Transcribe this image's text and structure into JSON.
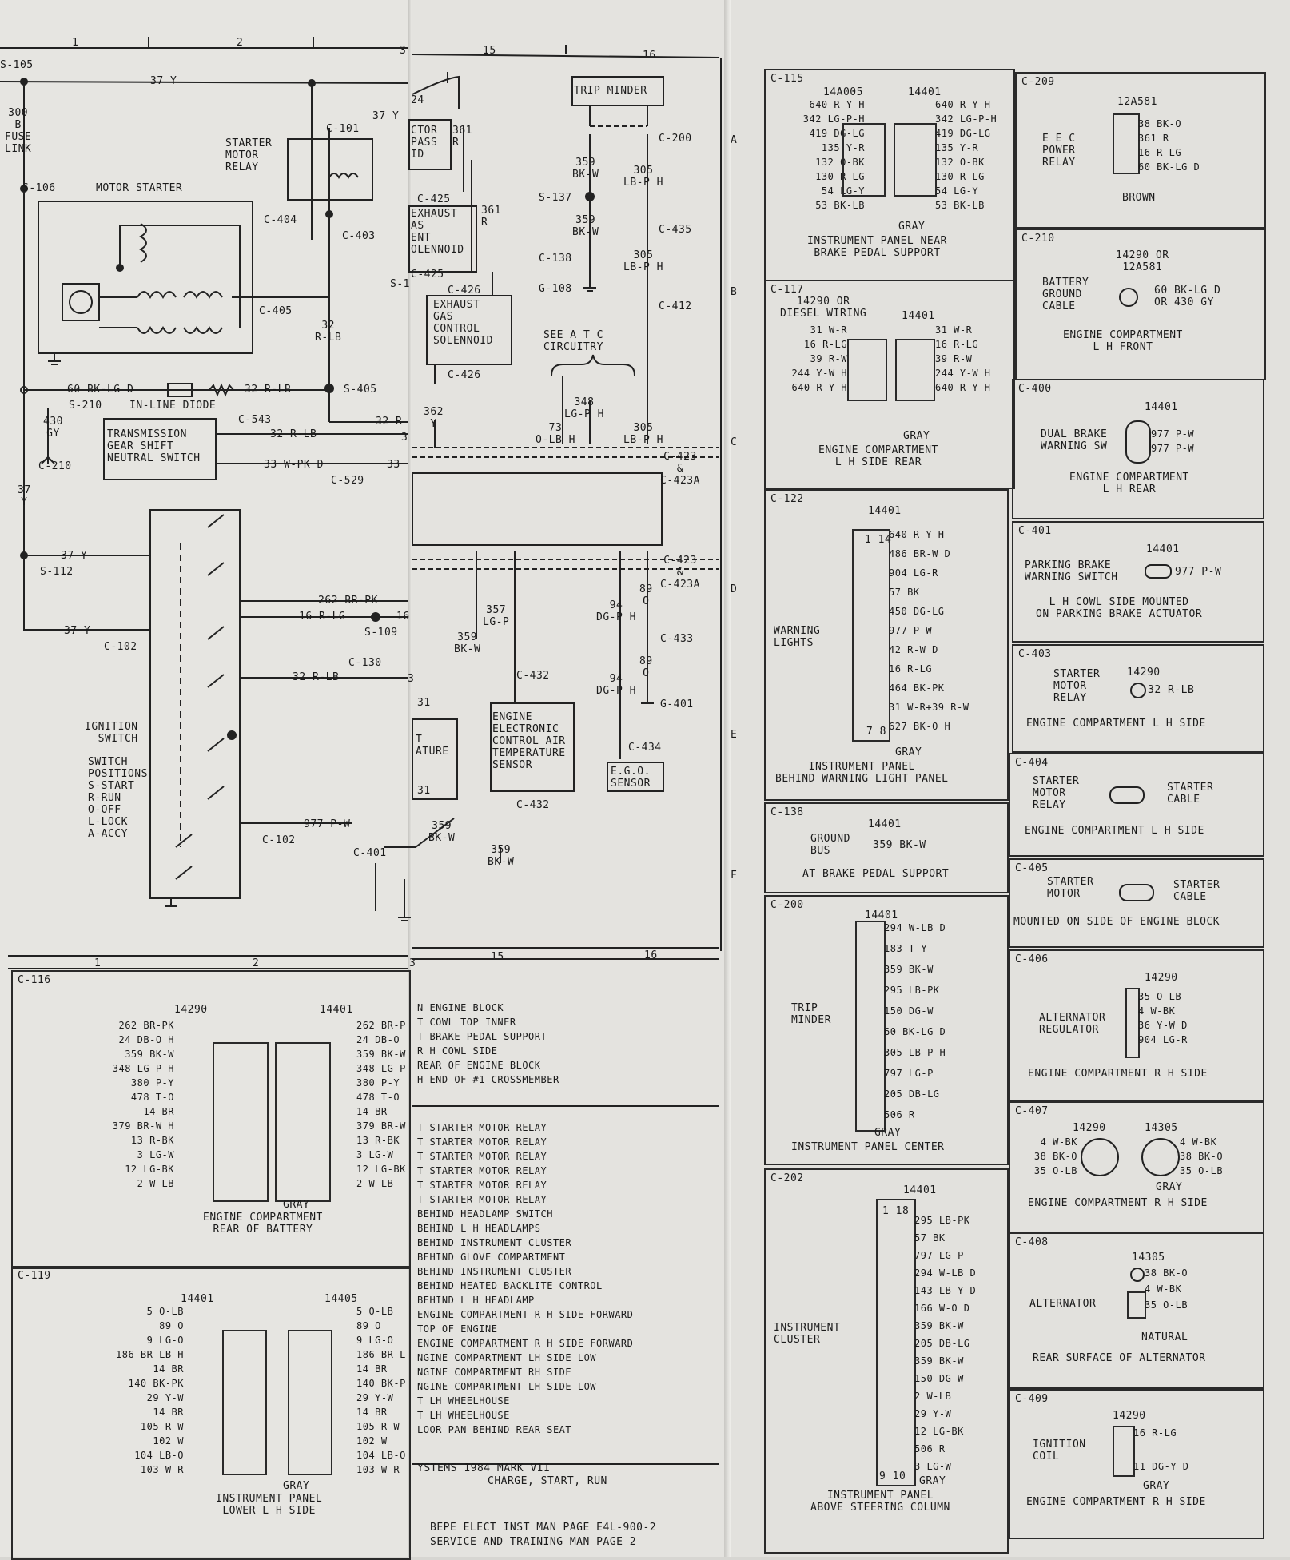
{
  "grid": {
    "columns_top": [
      "1",
      "2",
      "3",
      "15",
      "16"
    ],
    "columns_bottom": [
      "1",
      "2",
      "3",
      "15",
      "16"
    ],
    "rows": [
      "A",
      "B",
      "C",
      "D",
      "E",
      "F"
    ]
  },
  "schematic": {
    "labels": {
      "s105": "S-105",
      "wire37y_a": "37 Y",
      "fuse": "300\nB\nFUSE\nLINK",
      "s106": "S-106",
      "motor_starter": "MOTOR STARTER",
      "starter_relay": "STARTER\nMOTOR\nRELAY",
      "c101": "C-101",
      "wire37y_b": "37 Y",
      "c404": "C-404",
      "c403": "C-403",
      "c405": "C-405",
      "w32rlb_a": "32\nR-LB",
      "w60": "60 BK-LG D",
      "w32rlb_b": "32 R-LB",
      "s405": "S-405",
      "s210": "S-210",
      "inline_diode": "IN-LINE DIODE",
      "w430": "430\nGY",
      "c210": "C-210",
      "trans_switch": "TRANSMISSION\nGEAR SHIFT\nNEUTRAL SWITCH",
      "c543": "C-543",
      "w32rlb_c": "32 R-LB",
      "w33": "33 W-PK D",
      "w33b": "33",
      "c529": "C-529",
      "w32rlb_d": "32 R",
      "w3": "3",
      "w37y_v": "37\nY",
      "w37y_c": "37 Y",
      "s112": "S-112",
      "w37y_d": "37 Y",
      "c102": "C-102",
      "w262": "262 BR-PK",
      "w16": "16 R-LG",
      "w16b": "16",
      "s109": "S-109",
      "c130": "C-130",
      "w32rlb_e": "32 R-LB",
      "w3b": "3",
      "ign_switch": "IGNITION\nSWITCH",
      "switch_pos": "SWITCH\nPOSITIONS\nS-START\nR-RUN\nO-OFF\nL-LOCK\nA-ACCY",
      "w977": "977 P-W",
      "c102b": "C-102",
      "w24": "24",
      "w361r": "361\nR",
      "ctor": "CTOR\nPASS\nID",
      "c425": "C-425",
      "exh1": "EXHAUST\nAS\nENT\nOLENNOID",
      "w361r_b": "361\nR",
      "c425b": "C-425",
      "s1": "S-1",
      "c426": "C-426",
      "exh2": "EXHAUST\nGAS\nCONTROL\nSOLENNOID",
      "c426b": "C-426",
      "w362": "362\nY",
      "w31": "31",
      "w31b": "31",
      "ature": "T\nATURE",
      "w359bkw_a": "359\nBK-W",
      "c401": "C-401",
      "trip_minder": "TRIP MINDER",
      "c200": "C-200",
      "w359_1": "359\nBK-W",
      "w305_1": "305\nLB-P H",
      "s137": "S-137",
      "w359_2": "359\nBK-W",
      "c435": "C-435",
      "c138": "C-138",
      "w305_2": "305\nLB-P H",
      "g108": "G-108",
      "c412": "C-412",
      "see_atc": "SEE A T C\nCIRCUITRY",
      "w348": "348\nLG-P H",
      "w73": "73\nO-LB H",
      "w305_3": "305\nLB-P H",
      "c423": "C-423\n&\nC-423A",
      "c423b": "C-423\n&\nC-423A",
      "w359_3": "359\nBK-W",
      "w357": "357\nLG-P",
      "w94_1": "94\nDG-P H",
      "w89_1": "89\nO",
      "c433": "C-433",
      "w89_2": "89\nO",
      "w94_2": "94\nDG-P H",
      "g401": "G-401",
      "c432": "C-432",
      "eec_sensor": "ENGINE\nELECTRONIC\nCONTROL AIR\nTEMPERATURE\nSENSOR",
      "c432b": "C-432",
      "w359_4": "359\nBK-W",
      "c434": "C-434",
      "ego": "E.G.O.\nSENSOR"
    }
  },
  "c116": {
    "id": "C-116",
    "p1": "14290",
    "p2": "14401",
    "left_wires": [
      "262 BR-PK",
      "24 DB-O H",
      "359 BK-W",
      "348 LG-P H",
      "380 P-Y",
      "478 T-O",
      "14 BR",
      "379 BR-W H",
      "13 R-BK",
      "3 LG-W",
      "12 LG-BK",
      "2 W-LB"
    ],
    "right_wires": [
      "262 BR-P",
      "24 DB-O",
      "359 BK-W",
      "348 LG-P",
      "380 P-Y",
      "478 T-O",
      "14 BR",
      "379 BR-W",
      "13 R-BK",
      "3 LG-W",
      "12 LG-BK",
      "2 W-LB"
    ],
    "color": "GRAY",
    "location": "ENGINE COMPARTMENT\nREAR OF BATTERY"
  },
  "c119": {
    "id": "C-119",
    "p1": "14401",
    "p2": "14405",
    "left_wires": [
      "5 O-LB",
      "89 O",
      "9 LG-O",
      "186 BR-LB H",
      "14 BR",
      "140 BK-PK",
      "29 Y-W",
      "14 BR",
      "105 R-W",
      "102 W",
      "104 LB-O",
      "103 W-R"
    ],
    "right_wires": [
      "5 O-LB",
      "89 O",
      "9 LG-O",
      "186 BR-L",
      "14 BR",
      "140 BK-P",
      "29 Y-W",
      "14 BR",
      "105 R-W",
      "102 W",
      "104 LB-O",
      "103 W-R"
    ],
    "color": "GRAY",
    "location": "INSTRUMENT PANEL\nLOWER L H SIDE"
  },
  "locations": {
    "top": [
      "N ENGINE BLOCK",
      "T COWL TOP INNER",
      "T BRAKE PEDAL SUPPORT",
      "R H COWL SIDE",
      "REAR OF ENGINE BLOCK",
      "H END OF #1 CROSSMEMBER"
    ],
    "bottom": [
      "T STARTER MOTOR RELAY",
      "T STARTER MOTOR RELAY",
      "T STARTER MOTOR RELAY",
      "T STARTER MOTOR RELAY",
      "T STARTER MOTOR RELAY",
      "T STARTER MOTOR RELAY",
      "BEHIND HEADLAMP SWITCH",
      "BEHIND L H HEADLAMPS",
      "BEHIND INSTRUMENT CLUSTER",
      "BEHIND GLOVE COMPARTMENT",
      "BEHIND INSTRUMENT CLUSTER",
      "BEHIND HEATED BACKLITE CONTROL",
      "BEHIND L H HEADLAMP",
      "ENGINE COMPARTMENT R H SIDE FORWARD",
      "TOP OF ENGINE",
      "ENGINE COMPARTMENT R H SIDE FORWARD",
      "NGINE COMPARTMENT LH SIDE LOW",
      "NGINE COMPARTMENT RH SIDE",
      "NGINE COMPARTMENT LH SIDE LOW",
      "T LH WHEELHOUSE",
      "T LH WHEELHOUSE",
      "LOOR PAN BEHIND REAR SEAT"
    ],
    "footer_title": "YSTEMS 1984 MARK VII",
    "footer_sub": "CHARGE, START, RUN",
    "ref1": "BEPE ELECT INST MAN PAGE E4L-900-2",
    "ref2": "SERVICE AND TRAINING MAN PAGE 2"
  },
  "c115": {
    "id": "C-115",
    "p1": "14A005",
    "p2": "14401",
    "left": [
      "640 R-Y H",
      "342 LG-P-H",
      "419 DG-LG",
      "135 Y-R",
      "132 O-BK",
      "130 R-LG",
      "54 LG-Y",
      "53 BK-LB"
    ],
    "right": [
      "640 R-Y H",
      "342 LG-P-H",
      "419 DG-LG",
      "135 Y-R",
      "132 O-BK",
      "130 R-LG",
      "54 LG-Y",
      "53 BK-LB"
    ],
    "color": "GRAY",
    "location": "INSTRUMENT PANEL NEAR\nBRAKE PEDAL SUPPORT"
  },
  "c117": {
    "id": "C-117",
    "p1": "14290 OR\nDIESEL WIRING",
    "p2": "14401",
    "left": [
      "31 W-R",
      "16 R-LG",
      "39 R-W",
      "244 Y-W H",
      "640 R-Y H"
    ],
    "right": [
      "31 W-R",
      "16 R-LG",
      "39 R-W",
      "244 Y-W H",
      "640 R-Y H"
    ],
    "color": "GRAY",
    "location": "ENGINE COMPARTMENT\nL H SIDE REAR"
  },
  "c122": {
    "id": "C-122",
    "p": "14401",
    "device": "WARNING\nLIGHTS",
    "wires": [
      "640 R-Y H",
      "486 BR-W D",
      "904 LG-R",
      "57 BK",
      "450 DG-LG",
      "977 P-W",
      "42 R-W D",
      "16 R-LG",
      "464 BK-PK",
      "31 W-R+39 R-W",
      "627 BK-O H"
    ],
    "pin_top": "1 14",
    "pin_bot": "7 8",
    "color": "GRAY",
    "location": "INSTRUMENT PANEL\nBEHIND WARNING LIGHT PANEL"
  },
  "c138": {
    "id": "C-138",
    "p": "14401",
    "device": "GROUND\nBUS",
    "wire": "359 BK-W",
    "location": "AT BRAKE PEDAL SUPPORT"
  },
  "c200": {
    "id": "C-200",
    "p": "14401",
    "device": "TRIP\nMINDER",
    "wires": [
      "294 W-LB D",
      "183 T-Y",
      "359 BK-W",
      "295 LB-PK",
      "150 DG-W",
      "60 BK-LG D",
      "305 LB-P H",
      "797 LG-P",
      "205 DB-LG",
      "506 R"
    ],
    "color": "GRAY",
    "location": "INSTRUMENT PANEL CENTER"
  },
  "c202": {
    "id": "C-202",
    "p": "14401",
    "device": "INSTRUMENT\nCLUSTER",
    "pin_top": "1 18",
    "pin_bot": "9 10",
    "wires": [
      "295 LB-PK",
      "57 BK",
      "797 LG-P",
      "294 W-LB D",
      "143 LB-Y D",
      "166 W-O D",
      "359 BK-W",
      "205 DB-LG",
      "359 BK-W",
      "150 DG-W",
      "2 W-LB",
      "29 Y-W",
      "12 LG-BK",
      "506 R",
      "3 LG-W"
    ],
    "color": "GRAY",
    "location": "INSTRUMENT PANEL\nABOVE STEERING COLUMN"
  },
  "c209": {
    "id": "C-209",
    "p": "12A581",
    "device": "E E C\nPOWER\nRELAY",
    "wires": [
      "38 BK-O",
      "361 R",
      "16 R-LG",
      "60 BK-LG D"
    ],
    "color": "BROWN"
  },
  "c210": {
    "id": "C-210",
    "p": "14290 OR\n12A581",
    "device": "BATTERY\nGROUND\nCABLE",
    "wire": "60 BK-LG D\nOR 430 GY",
    "location": "ENGINE COMPARTMENT\nL H FRONT"
  },
  "c400": {
    "id": "C-400",
    "p": "14401",
    "device": "DUAL BRAKE\nWARNING SW",
    "wires": [
      "977 P-W",
      "977 P-W"
    ],
    "location": "ENGINE COMPARTMENT\nL H REAR"
  },
  "c401": {
    "id": "C-401",
    "p": "14401",
    "device": "PARKING BRAKE\nWARNING SWITCH",
    "wire": "977 P-W",
    "location": "L H COWL SIDE MOUNTED\nON PARKING BRAKE ACTUATOR"
  },
  "c403": {
    "id": "C-403",
    "p": "14290",
    "device": "STARTER\nMOTOR\nRELAY",
    "wire": "32 R-LB",
    "location": "ENGINE COMPARTMENT L H SIDE"
  },
  "c404": {
    "id": "C-404",
    "device": "STARTER\nMOTOR\nRELAY",
    "wire": "STARTER\nCABLE",
    "location": "ENGINE COMPARTMENT L H SIDE"
  },
  "c405": {
    "id": "C-405",
    "device": "STARTER\nMOTOR",
    "wire": "STARTER\nCABLE",
    "location": "MOUNTED ON SIDE OF ENGINE BLOCK"
  },
  "c406": {
    "id": "C-406",
    "p": "14290",
    "device": "ALTERNATOR\nREGULATOR",
    "wires": [
      "35 O-LB",
      "4 W-BK",
      "36 Y-W D",
      "904 LG-R"
    ],
    "location": "ENGINE COMPARTMENT R H SIDE"
  },
  "c407": {
    "id": "C-407",
    "p1": "14290",
    "p2": "14305",
    "left": [
      "4 W-BK",
      "38 BK-O",
      "35 O-LB"
    ],
    "right": [
      "4 W-BK",
      "38 BK-O",
      "35 O-LB"
    ],
    "color": "GRAY",
    "location": "ENGINE COMPARTMENT R H SIDE"
  },
  "c408": {
    "id": "C-408",
    "p": "14305",
    "device": "ALTERNATOR",
    "wires": [
      "38 BK-O",
      "4 W-BK",
      "35 O-LB"
    ],
    "color": "NATURAL",
    "location": "REAR SURFACE OF ALTERNATOR"
  },
  "c409": {
    "id": "C-409",
    "p": "14290",
    "device": "IGNITION\nCOIL",
    "wires": [
      "16 R-LG",
      "11 DG-Y D"
    ],
    "color": "GRAY",
    "location": "ENGINE COMPARTMENT R H SIDE"
  }
}
